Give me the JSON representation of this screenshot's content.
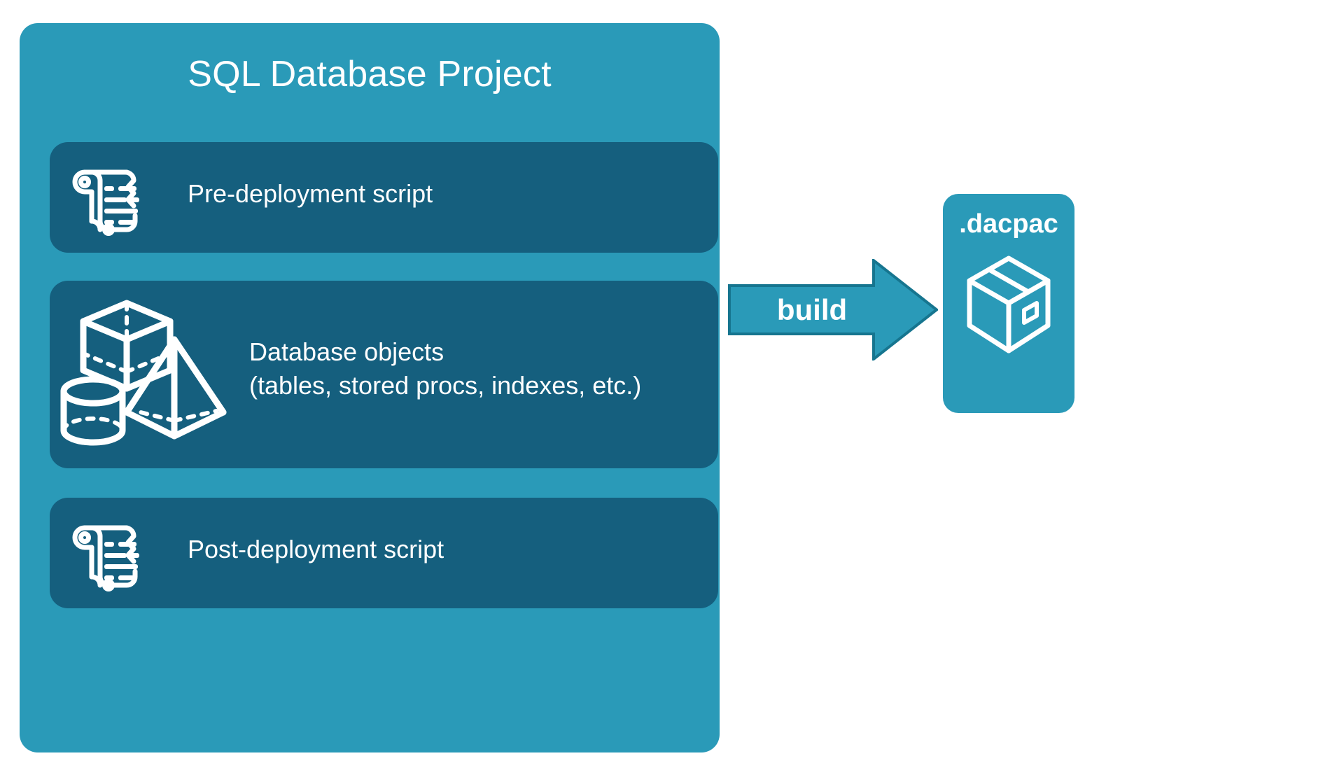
{
  "diagram": {
    "title": "SQL Database Project",
    "background_color": "#ffffff",
    "card_color": "#2a9ab8",
    "section_color": "#155f7e",
    "text_color": "#ffffff"
  },
  "project": {
    "title": "SQL Database Project",
    "sections": [
      {
        "id": "pre",
        "label": "Pre-deployment script",
        "icon": "scroll-icon"
      },
      {
        "id": "objs",
        "label": "Database objects\n(tables, stored procs, indexes, etc.)",
        "icon": "shapes-icon"
      },
      {
        "id": "post",
        "label": "Post-deployment script",
        "icon": "scroll-icon"
      }
    ]
  },
  "arrow": {
    "label": "build",
    "fill": "#2a9ab8",
    "stroke": "#16758f",
    "direction": "right"
  },
  "output": {
    "title": ".dacpac",
    "icon": "package-box-icon",
    "card_color": "#2a9ab8"
  }
}
